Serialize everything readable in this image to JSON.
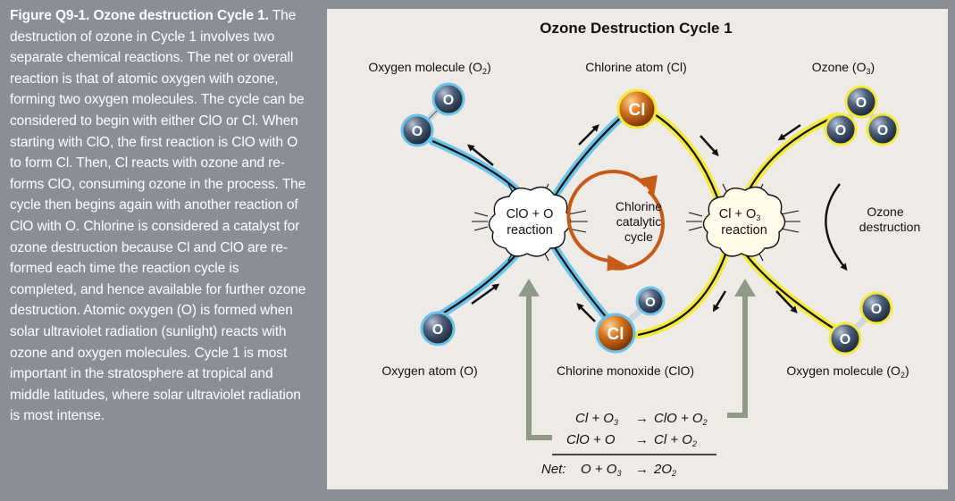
{
  "caption": {
    "title": "Figure Q9-1. Ozone destruction Cycle 1.",
    "body": "The destruction of ozone in Cycle 1 involves two separate chemical reactions. The net or overall reaction is that of atomic oxygen with ozone, forming two oxygen molecules. The cycle can be considered to begin with either ClO or Cl. When starting with ClO, the first reaction is ClO with O to form Cl. Then, Cl reacts with ozone and re-forms ClO, consuming ozone in the process. The cycle then begins again with another reaction of ClO with O. Chlorine is considered a catalyst for ozone destruction because Cl and ClO are re-formed each time the reaction cycle is completed, and hence available for further ozone destruction. Atomic oxygen (O) is formed when solar ultraviolet radiation (sunlight) reacts with ozone and oxygen molecules. Cycle 1 is most important in the stratosphere at tropical and middle latitudes, where solar ultraviolet radiation is most intense."
  },
  "diagram": {
    "title": "Ozone Destruction Cycle 1",
    "labels": {
      "oxygen_molecule_top": "Oxygen molecule (O",
      "oxygen_molecule_top_sub": "2",
      "chlorine_atom": "Chlorine atom (Cl)",
      "ozone": "Ozone (O",
      "ozone_sub": "3",
      "oxygen_atom": "Oxygen atom (O)",
      "chlorine_monoxide": "Chlorine monoxide (ClO)",
      "oxygen_molecule_bottom": "Oxygen molecule (O",
      "oxygen_molecule_bottom_sub": "2",
      "close_paren": ")"
    },
    "reaction_left": {
      "line1": "ClO + O",
      "line2": "reaction"
    },
    "reaction_right": {
      "line1_a": "Cl + O",
      "line1_sub": "3",
      "line2": "reaction"
    },
    "center": {
      "line1": "Chlorine",
      "line2": "catalytic",
      "line3": "cycle"
    },
    "right_note": {
      "line1": "Ozone",
      "line2": "destruction"
    },
    "atoms": {
      "o": "O",
      "cl": "Cl"
    },
    "equations": {
      "eq1": {
        "lhs": "Cl + O",
        "lhs_sub": "3",
        "arrow": "→",
        "rhs": "ClO + O",
        "rhs_sub": "2"
      },
      "eq2": {
        "lhs": "ClO + O",
        "arrow": "→",
        "rhs": "Cl + O",
        "rhs_sub": "2"
      },
      "net": {
        "label": "Net:",
        "lhs": "O + O",
        "lhs_sub": "3",
        "arrow": "→",
        "rhs": "2O",
        "rhs_sub": "2"
      }
    },
    "colors": {
      "blue_path": "#6cc3ea",
      "yellow_path": "#f4ea3c",
      "cycle_orange": "#c85a18",
      "feedback_arrow": "#8d9a86",
      "oxygen_atom": "#3e4f66",
      "chlorine_atom": "#d8741e"
    }
  }
}
